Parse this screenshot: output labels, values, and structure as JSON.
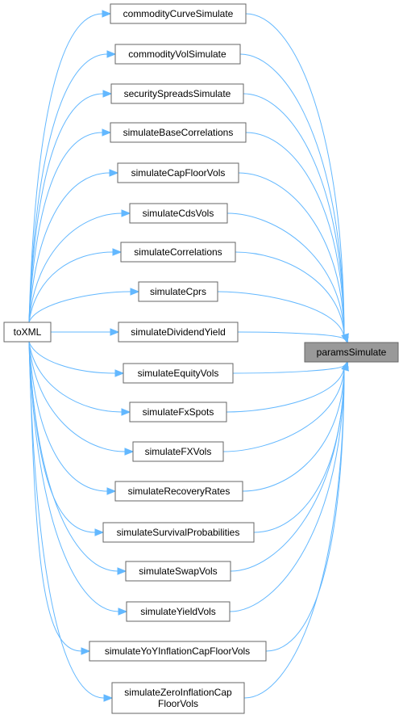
{
  "graph": {
    "left_node": {
      "label": "toXML"
    },
    "target_node": {
      "label": "paramsSimulate"
    },
    "middle_nodes": [
      {
        "label": "commodityCurveSimulate"
      },
      {
        "label": "commodityVolSimulate"
      },
      {
        "label": "securitySpreadsSimulate"
      },
      {
        "label": "simulateBaseCorrelations"
      },
      {
        "label": "simulateCapFloorVols"
      },
      {
        "label": "simulateCdsVols"
      },
      {
        "label": "simulateCorrelations"
      },
      {
        "label": "simulateCprs"
      },
      {
        "label": "simulateDividendYield"
      },
      {
        "label": "simulateEquityVols"
      },
      {
        "label": "simulateFxSpots"
      },
      {
        "label": "simulateFXVols"
      },
      {
        "label": "simulateRecoveryRates"
      },
      {
        "label": "simulateSurvivalProbabilities"
      },
      {
        "label": "simulateSwapVols"
      },
      {
        "label": "simulateYieldVols"
      },
      {
        "label": "simulateYoYInflationCapFloorVols"
      },
      {
        "label": "simulateZeroInflationCap",
        "label_line2": "FloorVols"
      }
    ],
    "edge_color": "#63b8ff",
    "node_fill": "#ffffff",
    "target_fill": "#999999"
  }
}
